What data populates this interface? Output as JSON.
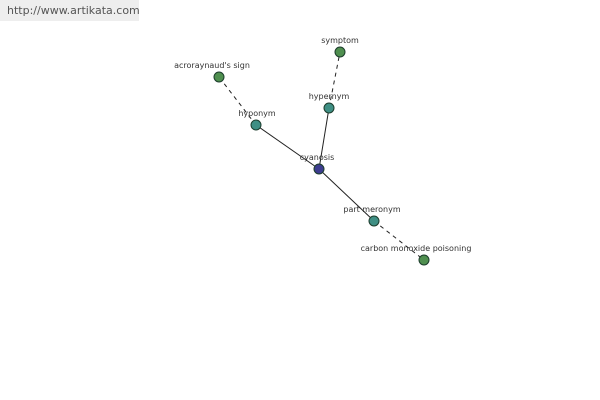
{
  "header": {
    "site_url": "http://www.artikata.com"
  },
  "graph": {
    "colors": {
      "center_node": "#3d3d8f",
      "relation_node": "#3f8f84",
      "leaf_node": "#4f8f4f",
      "node_outline": "#1c3c2c",
      "edge": "#222222"
    },
    "nodes": [
      {
        "id": "cyanosis",
        "label": "cyanosis",
        "kind": "center"
      },
      {
        "id": "hyponym",
        "label": "hyponym",
        "kind": "relation"
      },
      {
        "id": "hypernym",
        "label": "hypernym",
        "kind": "relation"
      },
      {
        "id": "part-meronym",
        "label": "part meronym",
        "kind": "relation"
      },
      {
        "id": "acroraynauds-sign",
        "label": "acroraynaud's sign",
        "kind": "leaf"
      },
      {
        "id": "symptom",
        "label": "symptom",
        "kind": "leaf"
      },
      {
        "id": "carbon-monoxide-poisoning",
        "label": "carbon monoxide poisoning",
        "kind": "leaf"
      }
    ],
    "edges": [
      {
        "from": "cyanosis",
        "to": "hyponym",
        "style": "solid"
      },
      {
        "from": "cyanosis",
        "to": "hypernym",
        "style": "solid"
      },
      {
        "from": "cyanosis",
        "to": "part-meronym",
        "style": "solid"
      },
      {
        "from": "hyponym",
        "to": "acroraynauds-sign",
        "style": "dashed"
      },
      {
        "from": "hypernym",
        "to": "symptom",
        "style": "dashed"
      },
      {
        "from": "part-meronym",
        "to": "carbon-monoxide-poisoning",
        "style": "dashed"
      }
    ]
  }
}
